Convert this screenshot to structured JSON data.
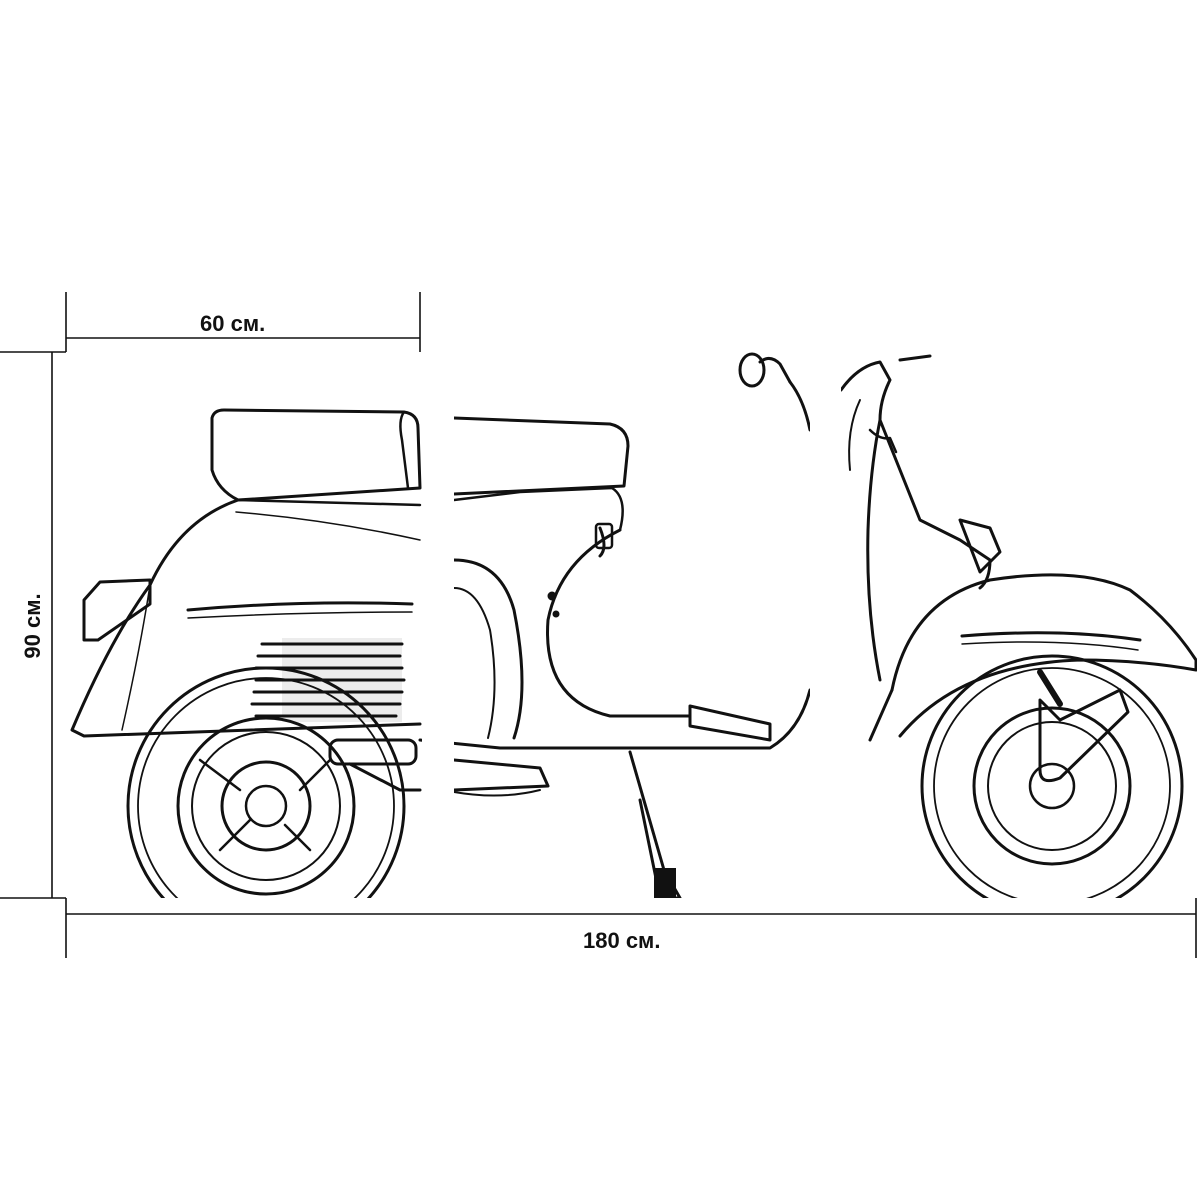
{
  "dimensions": {
    "panel_width_label": "60 см.",
    "total_width_label": "180 см.",
    "height_label": "90 см."
  },
  "colors": {
    "line": "#111111",
    "panel_background": "#ffffff",
    "panel_gap": "#ffffff"
  },
  "panels": [
    {
      "name": "left-panel",
      "content": "rear-of-scooter"
    },
    {
      "name": "middle-panel",
      "content": "seat-and-floorboard"
    },
    {
      "name": "right-panel",
      "content": "front-of-scooter"
    }
  ]
}
